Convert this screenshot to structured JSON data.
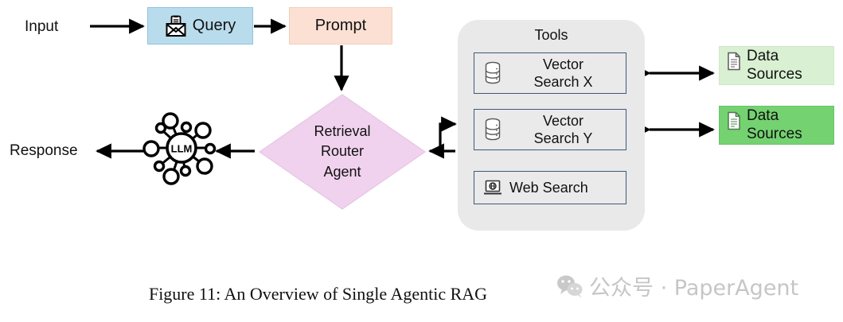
{
  "figure": {
    "caption": "Figure 11: An Overview of Single Agentic RAG",
    "background_color": "#ffffff"
  },
  "flow": {
    "input_label": "Input",
    "response_label": "Response"
  },
  "nodes": {
    "query": {
      "label": "Query",
      "icon": "envelope-document-icon",
      "fill": "#b9dced"
    },
    "prompt": {
      "label": "Prompt",
      "fill": "#fbe0d3"
    },
    "router": {
      "line1": "Retrieval",
      "line2": "Router",
      "line3": "Agent",
      "fill": "#f0d2ee"
    },
    "llm": {
      "label": "LLM",
      "icon": "llm-network-icon"
    }
  },
  "tools": {
    "title": "Tools",
    "panel_fill": "#e9e9e9",
    "border_color": "#3c5a78",
    "items": [
      {
        "name": "vector-search-x",
        "line1": "Vector",
        "line2": "Search X",
        "icon": "database-cylinder-icon"
      },
      {
        "name": "vector-search-y",
        "line1": "Vector",
        "line2": "Search Y",
        "icon": "database-cylinder-icon"
      },
      {
        "name": "web-search",
        "line1": "Web Search",
        "line2": "",
        "icon": "laptop-globe-icon"
      }
    ]
  },
  "data_sources": [
    {
      "line1": "Data",
      "line2": "Sources",
      "icon": "document-icon",
      "fill": "#d9f0d2"
    },
    {
      "line1": "Data",
      "line2": "Sources",
      "icon": "document-icon",
      "fill": "#74d271"
    }
  ],
  "watermark": {
    "icon": "wechat-bubbles-icon",
    "text": "公众号 · PaperAgent",
    "color": "#c6c6c6"
  }
}
